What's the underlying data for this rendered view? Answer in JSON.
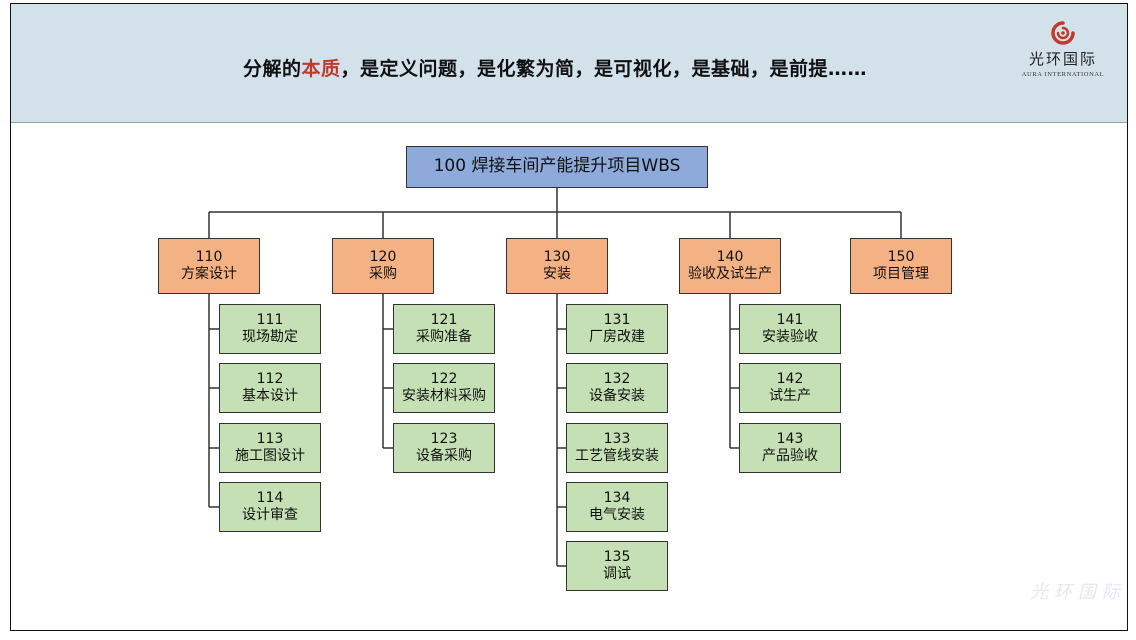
{
  "header": {
    "headline_part1": "分解的",
    "headline_highlight": "本质",
    "headline_part2": "，是定义问题，是化繁为简，是可视化，是基础，是前提……",
    "highlight_color": "#c0392b",
    "background_color": "#d3e1eb"
  },
  "logo": {
    "name_cn": "光环国际",
    "name_en": "AURA INTERNATIONAL",
    "color": "#c0392b"
  },
  "wbs": {
    "root": {
      "code": "100",
      "label": "焊接车间产能提升项目WBS"
    },
    "children": [
      {
        "code": "110",
        "label": "方案设计",
        "children": [
          {
            "code": "111",
            "label": "现场勘定"
          },
          {
            "code": "112",
            "label": "基本设计"
          },
          {
            "code": "113",
            "label": "施工图设计"
          },
          {
            "code": "114",
            "label": "设计审查"
          }
        ]
      },
      {
        "code": "120",
        "label": "采购",
        "children": [
          {
            "code": "121",
            "label": "采购准备"
          },
          {
            "code": "122",
            "label": "安装材料采购"
          },
          {
            "code": "123",
            "label": "设备采购"
          }
        ]
      },
      {
        "code": "130",
        "label": "安装",
        "children": [
          {
            "code": "131",
            "label": "厂房改建"
          },
          {
            "code": "132",
            "label": "设备安装"
          },
          {
            "code": "133",
            "label": "工艺管线安装"
          },
          {
            "code": "134",
            "label": "电气安装"
          },
          {
            "code": "135",
            "label": "调试"
          }
        ]
      },
      {
        "code": "140",
        "label": "验收及试生产",
        "children": [
          {
            "code": "141",
            "label": "安装验收"
          },
          {
            "code": "142",
            "label": "试生产"
          },
          {
            "code": "143",
            "label": "产品验收"
          }
        ]
      },
      {
        "code": "150",
        "label": "项目管理",
        "children": []
      }
    ],
    "colors": {
      "root": "#8eaadb",
      "level1": "#f4b183",
      "level2": "#c5e0b4"
    }
  },
  "watermark": "光环国际"
}
